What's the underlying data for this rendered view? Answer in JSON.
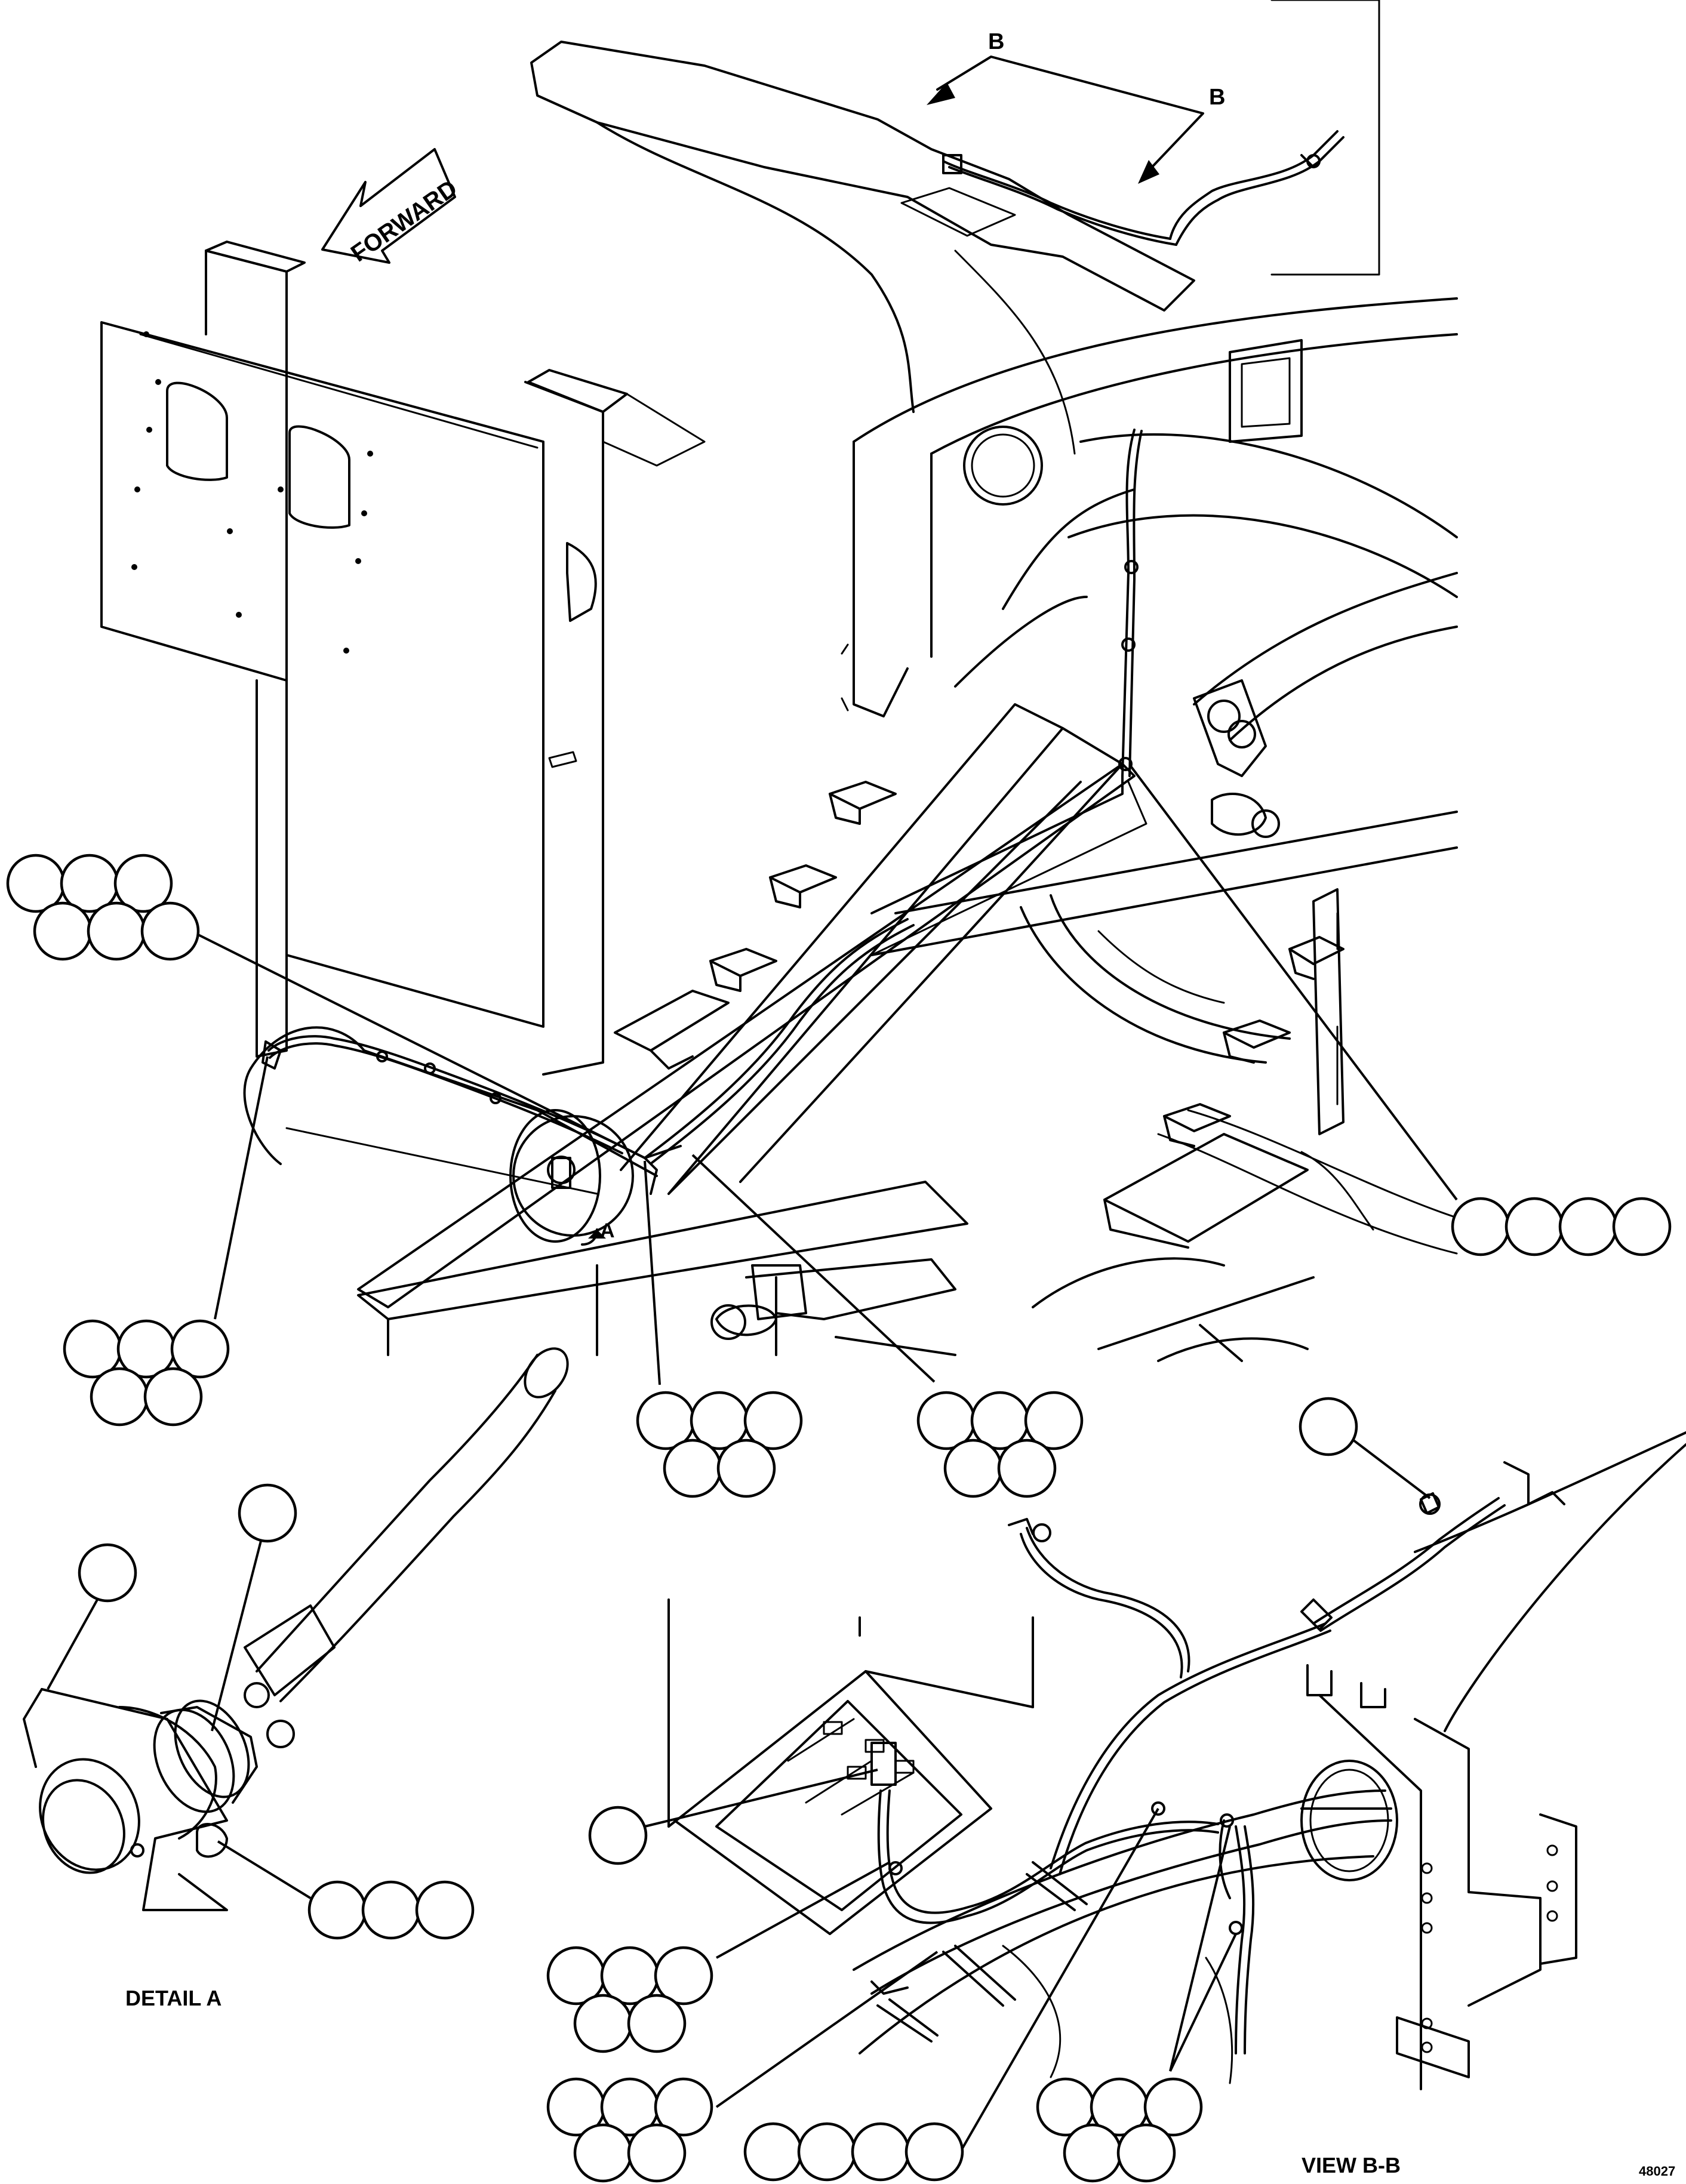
{
  "labels": {
    "forward": "FORWARD",
    "section_b_left": "B",
    "section_b_right": "B",
    "detail_callout": "A",
    "detail_title": "DETAIL A",
    "view_title": "VIEW B-B",
    "drawing_number": "48027"
  },
  "colors": {
    "line": "#000000",
    "paper": "#ffffff"
  },
  "callout_groups": [
    {
      "id": "group-upper-left",
      "balloon_count": 6
    },
    {
      "id": "group-left-harness",
      "balloon_count": 5
    },
    {
      "id": "group-center-1",
      "balloon_count": 5
    },
    {
      "id": "group-center-2",
      "balloon_count": 5
    },
    {
      "id": "group-right-row",
      "balloon_count": 4
    },
    {
      "id": "group-detail-single-1",
      "balloon_count": 1
    },
    {
      "id": "group-detail-single-2",
      "balloon_count": 1
    },
    {
      "id": "group-detail-row",
      "balloon_count": 3
    },
    {
      "id": "group-view-single-top",
      "balloon_count": 1
    },
    {
      "id": "group-view-single-left",
      "balloon_count": 1
    },
    {
      "id": "group-view-left-1",
      "balloon_count": 5
    },
    {
      "id": "group-view-left-2",
      "balloon_count": 5
    },
    {
      "id": "group-view-bottom-row",
      "balloon_count": 4
    },
    {
      "id": "group-view-right",
      "balloon_count": 5
    }
  ]
}
